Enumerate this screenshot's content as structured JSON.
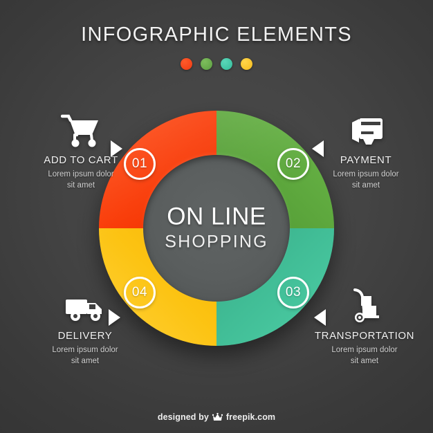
{
  "header": {
    "title": "INFOGRAPHIC ELEMENTS",
    "dots": [
      {
        "name": "dot-orange",
        "color": "#F4441A"
      },
      {
        "name": "dot-green",
        "color": "#66A84A"
      },
      {
        "name": "dot-teal",
        "color": "#3FC4A4"
      },
      {
        "name": "dot-yellow",
        "color": "#F8C32A"
      }
    ]
  },
  "donut": {
    "center_line1": "ON LINE",
    "center_line2": "SHOPPING",
    "segments": [
      {
        "id": "01",
        "position": "top-left",
        "color": "#F93A06",
        "label": "ADD TO CART"
      },
      {
        "id": "02",
        "position": "top-right",
        "color": "#5CA63C",
        "label": "PAYMENT"
      },
      {
        "id": "03",
        "position": "bottom-right",
        "color": "#41BD96",
        "label": "TRANSPORTATION"
      },
      {
        "id": "04",
        "position": "bottom-left",
        "color": "#FCC312",
        "label": "DELIVERY"
      }
    ],
    "badges": {
      "b1": "01",
      "b2": "02",
      "b3": "03",
      "b4": "04"
    }
  },
  "labels": {
    "add_to_cart": {
      "title": "ADD TO CART",
      "sub_line1": "Lorem ipsum dolor",
      "sub_line2": "sit amet",
      "icon": "shopping-cart-icon"
    },
    "payment": {
      "title": "PAYMENT",
      "sub_line1": "Lorem ipsum dolor",
      "sub_line2": "sit amet",
      "icon": "credit-card-icon"
    },
    "delivery": {
      "title": "DELIVERY",
      "sub_line1": "Lorem ipsum dolor",
      "sub_line2": "sit amet",
      "icon": "delivery-truck-icon"
    },
    "transportation": {
      "title": "TRANSPORTATION",
      "sub_line1": "Lorem ipsum dolor",
      "sub_line2": "sit amet",
      "icon": "hand-truck-icon"
    }
  },
  "footer": {
    "prefix": "designed by",
    "brand": "freepik.com",
    "icon": "freepik-crown-icon"
  },
  "colors": {
    "background": "#3C3C3C",
    "hole": "#5A5E5E",
    "text_primary": "#F2F2F2",
    "text_secondary": "#CFCFCF"
  }
}
